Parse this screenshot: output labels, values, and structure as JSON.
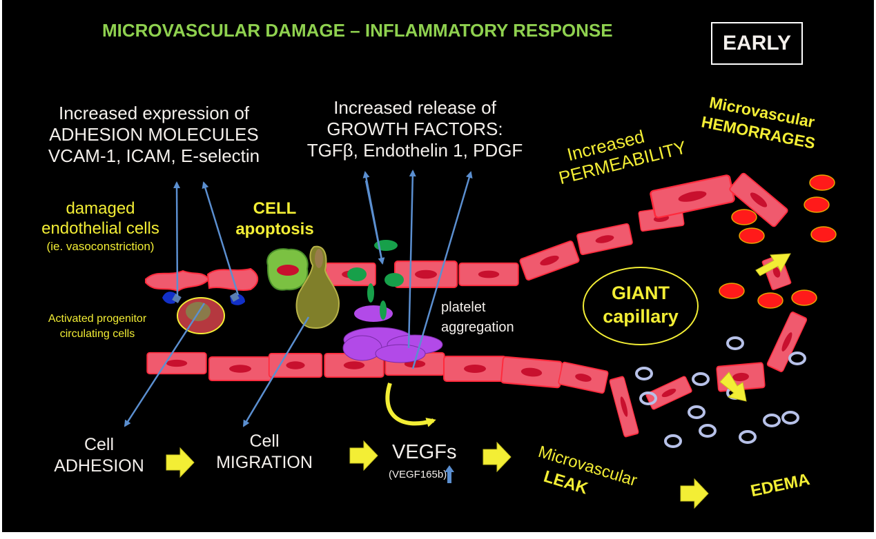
{
  "title": "MICROVASCULAR DAMAGE – INFLAMMATORY RESPONSE",
  "stage_badge": "EARLY",
  "adhesion": {
    "line1": "Increased expression of",
    "line2": "ADHESION MOLECULES",
    "line3": "VCAM-1, ICAM, E-selectin"
  },
  "growth": {
    "line1": "Increased release of",
    "line2": "GROWTH FACTORS:",
    "line3": "TGFβ,  Endothelin 1, PDGF"
  },
  "permeability": {
    "line1": "Increased",
    "line2": "PERMEABILITY"
  },
  "hemorrhages": {
    "line1": "Microvascular",
    "line2": "HEMORRAGES"
  },
  "damaged": {
    "line1": "damaged",
    "line2": "endothelial cells",
    "line3": "(ie. vasoconstriction)"
  },
  "apoptosis": {
    "line1": "CELL",
    "line2": "apoptosis"
  },
  "progenitor": {
    "line1": "Activated progenitor",
    "line2": "circulating cells"
  },
  "platelet": {
    "line1": "platelet",
    "line2": "aggregation"
  },
  "giant": {
    "line1": "GIANT",
    "line2": "capillary"
  },
  "flow": {
    "adhesion": {
      "line1": "Cell",
      "line2": "ADHESION"
    },
    "migration": {
      "line1": "Cell",
      "line2": "MIGRATION"
    },
    "vegf": {
      "line1": "VEGFs",
      "line2": "(VEGF165b)"
    },
    "leak": {
      "line1": "Microvascular",
      "line2": "LEAK"
    },
    "edema": "EDEMA"
  },
  "colors": {
    "background": "#000000",
    "title": "#8fd14f",
    "highlight_text": "#f3ee35",
    "body_text": "#f4f0ec",
    "endothelial_cell": "#f05a6e",
    "red_blood_cell": "#ff1a1a",
    "arrow": "#5b8fd0",
    "flow_arrow": "#f3ee35"
  }
}
